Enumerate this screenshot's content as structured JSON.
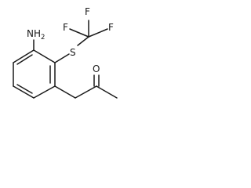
{
  "molecule": {
    "atoms": {
      "amine": {
        "element": "N",
        "hydrogens": "H",
        "count": "2"
      },
      "sulfur": "S",
      "fluorine_1": "F",
      "fluorine_2": "F",
      "fluorine_3": "F",
      "carbonyl_oxygen": "O"
    }
  }
}
